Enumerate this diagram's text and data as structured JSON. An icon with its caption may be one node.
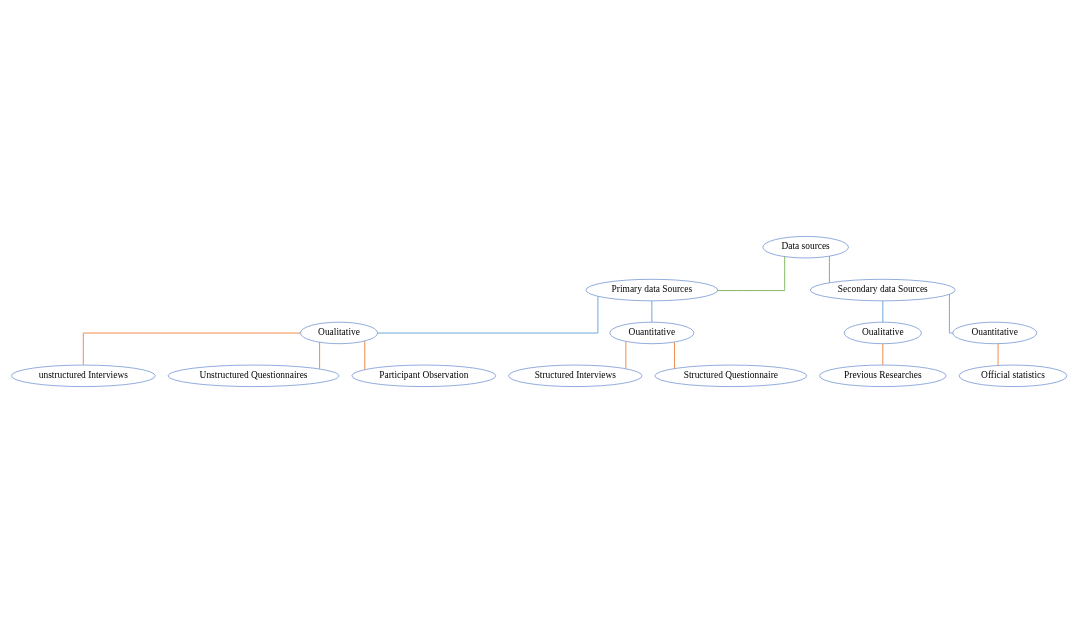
{
  "diagram": {
    "nodes": [
      {
        "text": [
          "Data sources"
        ]
      },
      {
        "text": [
          "Primary data Sources"
        ]
      },
      {
        "text": [
          "Secondary data Sources"
        ]
      },
      {
        "text": [
          "Oualitative"
        ]
      },
      {
        "text": [
          "Ouantitative"
        ]
      },
      {
        "text": [
          "Oualitative"
        ]
      },
      {
        "text": [
          "Ouantitative"
        ]
      },
      {
        "text": [
          "unstructured Interviews"
        ]
      },
      {
        "text": [
          "Unstructured Questionnaires"
        ]
      },
      {
        "text": [
          "Participant Observation"
        ]
      },
      {
        "text": [
          "Structured Interviews"
        ]
      },
      {
        "text": [
          "Structured Questionnaire"
        ]
      },
      {
        "text": [
          "Previous Researches"
        ]
      },
      {
        "text": [
          "Official statistics"
        ]
      }
    ],
    "edges": [
      {
        "from": 0,
        "to": 1,
        "arrow": "none",
        "color": "#70ad47"
      },
      {
        "from": 0,
        "to": 2,
        "arrow": "none",
        "color": "#70ad47"
      },
      {
        "from": 1,
        "to": 3,
        "arrow": "none",
        "color": "#5b9bd5"
      },
      {
        "from": 1,
        "to": 4,
        "arrow": "none",
        "color": "#5b9bd5"
      },
      {
        "from": 2,
        "to": 5,
        "arrow": "none",
        "color": "#5b9bd5"
      },
      {
        "from": 2,
        "to": 6,
        "arrow": "none",
        "color": "#5b9bd5"
      },
      {
        "from": 3,
        "to": 7,
        "arrow": "none"
      },
      {
        "from": 3,
        "to": 8,
        "arrow": "none"
      },
      {
        "from": 3,
        "to": 9,
        "arrow": "none"
      },
      {
        "from": 4,
        "to": 10,
        "arrow": "none"
      },
      {
        "from": 4,
        "to": 11,
        "arrow": "none"
      },
      {
        "from": 5,
        "to": 12,
        "arrow": "none"
      },
      {
        "from": 6,
        "to": 13,
        "arrow": "none"
      }
    ]
  }
}
